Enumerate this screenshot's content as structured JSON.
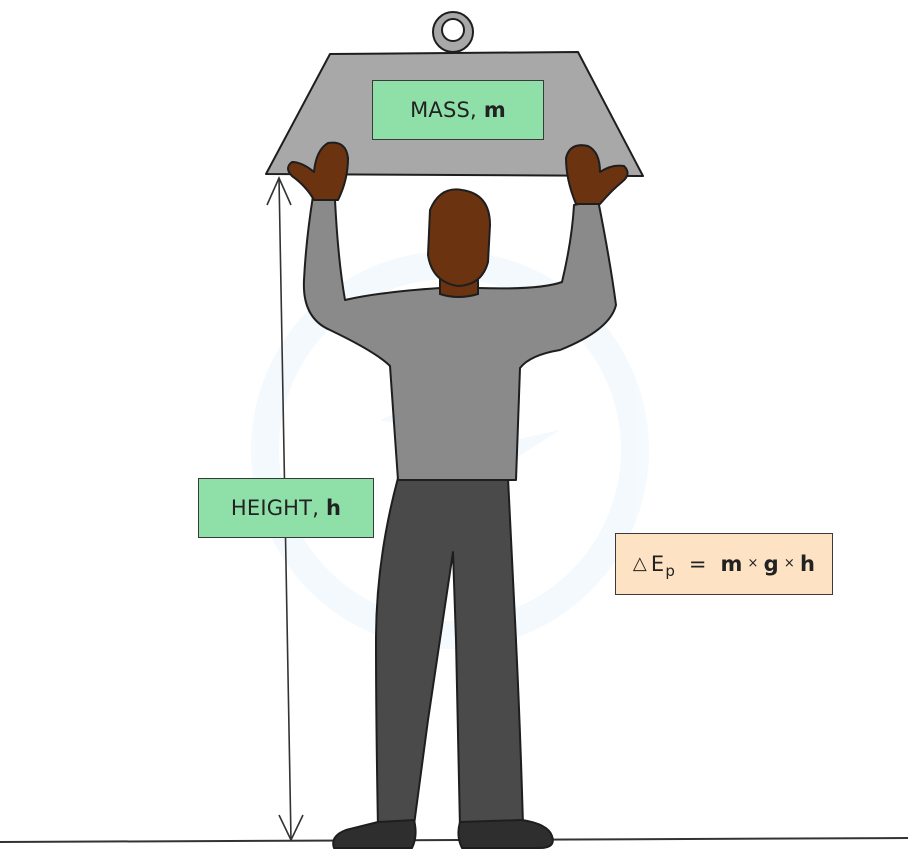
{
  "colors": {
    "label_fill": "#8fe0a8",
    "formula_fill": "#fde3c3",
    "weight_fill": "#a8a8a8",
    "shirt_fill": "#8a8a8a",
    "trousers_fill": "#4a4a4a",
    "skin_fill": "#6b3310",
    "shoe_fill": "#2e2e2e",
    "outline": "#1e1e1e"
  },
  "labels": {
    "mass_text": "MASS,",
    "mass_symbol": "m",
    "height_text": "HEIGHT,",
    "height_symbol": "h"
  },
  "formula": {
    "delta": "△",
    "energy": "E",
    "energy_subscript": "p",
    "equals": "=",
    "mass": "m",
    "times_1": "×",
    "gravity": "g",
    "times_2": "×",
    "height": "h"
  }
}
